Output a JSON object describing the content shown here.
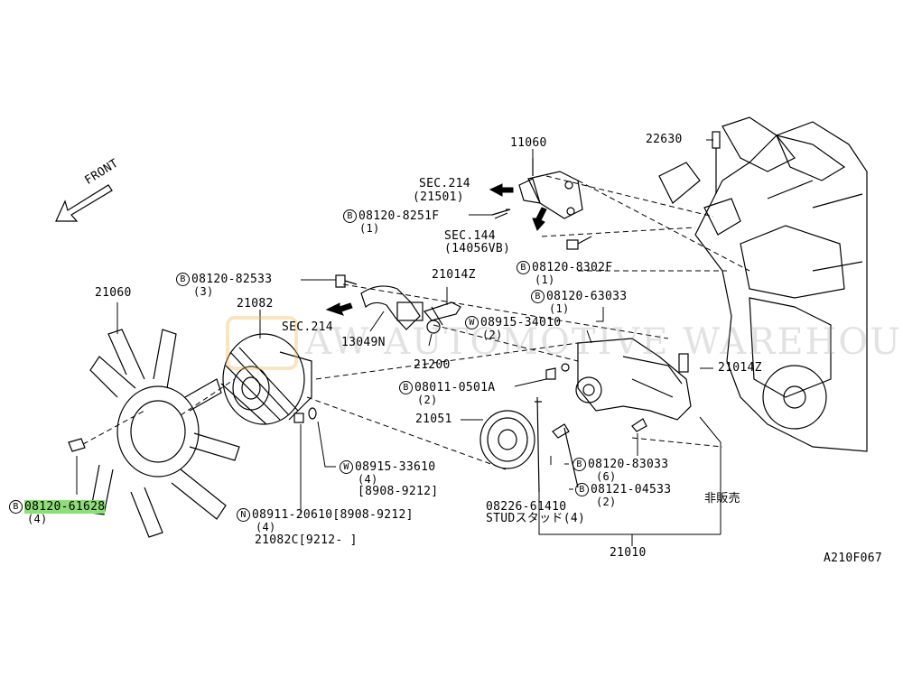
{
  "diagram": {
    "watermark": "AW AUTOMOTIVE WAREHOUSE",
    "front_label": "FRONT",
    "figure_code": "A210F067",
    "part_numbers": {
      "p11060": "11060",
      "p22630": "22630",
      "p21060": "21060",
      "p21082": "21082",
      "p21014z_top": "21014Z",
      "p21014z_right": "21014Z",
      "p13049n": "13049N",
      "p21200": "21200",
      "p21051": "21051",
      "p21010": "21010",
      "p21082c": "21082C[9212-       ]"
    },
    "sections": {
      "sec214_top": "SEC.214",
      "sec214_top_ref": "(21501)",
      "sec144": "SEC.144",
      "sec144_ref": "(14056VB)",
      "sec214_mid": "SEC.214"
    },
    "fasteners": {
      "b_8251f": {
        "prefix": "B",
        "number": "08120-8251F",
        "qty": "(1)"
      },
      "b_8302f": {
        "prefix": "B",
        "number": "08120-8302F",
        "qty": "(1)"
      },
      "b_82533": {
        "prefix": "B",
        "number": "08120-82533",
        "qty": "(3)"
      },
      "b_63033": {
        "prefix": "B",
        "number": "08120-63033",
        "qty": "(1)"
      },
      "w_34010": {
        "prefix": "W",
        "number": "08915-34010",
        "qty": "(2)"
      },
      "b_0501a": {
        "prefix": "B",
        "number": "08011-0501A",
        "qty": "(2)"
      },
      "w_33610": {
        "prefix": "W",
        "number": "08915-33610",
        "qty": "(4)",
        "range": "[8908-9212]"
      },
      "n_20610": {
        "prefix": "N",
        "number": "08911-20610",
        "range": "[8908-9212]",
        "qty": "(4)"
      },
      "b_61628": {
        "prefix": "B",
        "number": "08120-61628",
        "qty": "(4)"
      },
      "b_83033": {
        "prefix": "B",
        "number": "08120-83033",
        "qty": "(6)"
      },
      "b_04533": {
        "prefix": "B",
        "number": "08121-04533",
        "qty": "(2)"
      }
    },
    "stud": {
      "number": "08226-61410",
      "desc": "STUDスタッド(4)"
    },
    "not_for_sale": "非販売",
    "highlight_color": "#8fdc7a"
  }
}
